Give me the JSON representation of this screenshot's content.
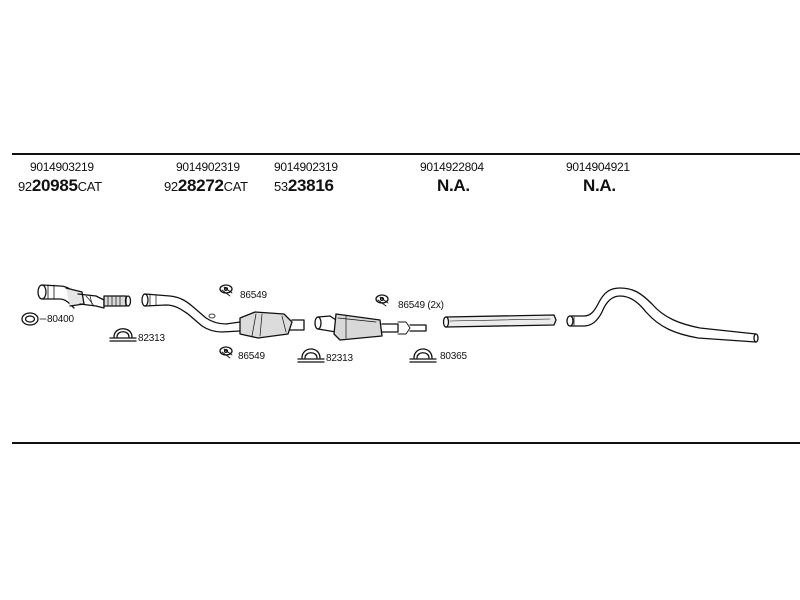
{
  "columns": [
    {
      "oem": "9014903219",
      "part_prefix": "92",
      "part_main": "20985",
      "part_suffix": "CAT"
    },
    {
      "oem": "9014902319",
      "part_prefix": "92",
      "part_main": "28272",
      "part_suffix": "CAT"
    },
    {
      "oem": "9014902319",
      "part_prefix": "53",
      "part_main": "23816",
      "part_suffix": ""
    },
    {
      "oem": "9014922804",
      "part_na": "N.A."
    },
    {
      "oem": "9014904921",
      "part_na": "N.A."
    }
  ],
  "accessories": {
    "ring_80400": "80400",
    "clamp_82313_a": "82313",
    "bolt_86549_a": "86549",
    "bolt_86549_b": "86549",
    "clamp_82313_b": "82313",
    "bolt_86549_c": "86549 (2x)",
    "clamp_80365": "80365"
  }
}
